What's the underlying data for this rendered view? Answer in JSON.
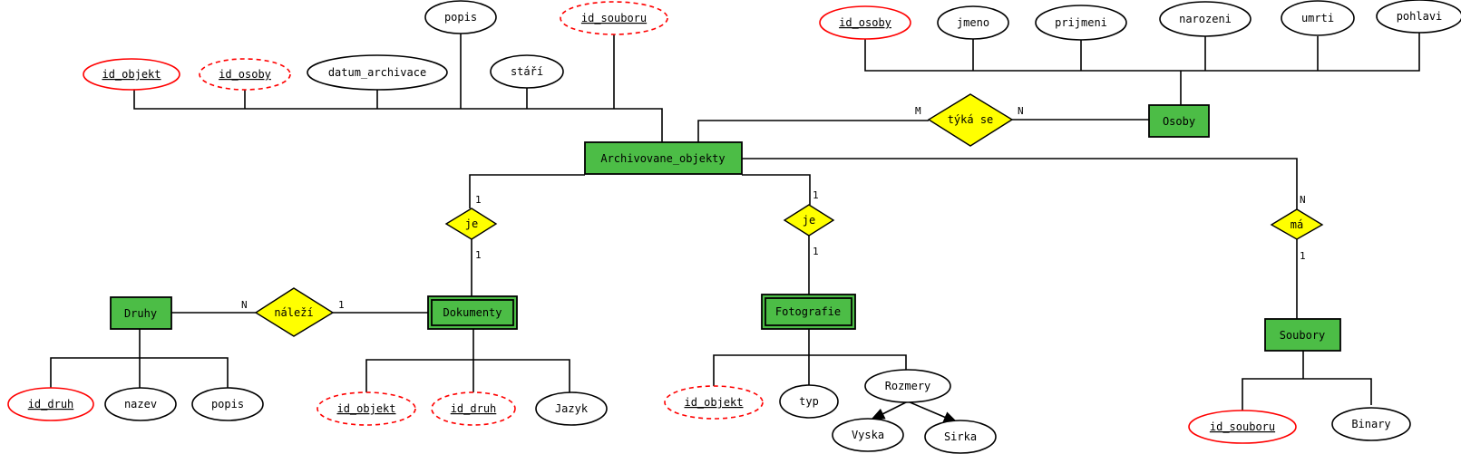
{
  "diagram": {
    "entities": {
      "archivovane_objekty": "Archivovane_objekty",
      "osoby": "Osoby",
      "druhy": "Druhy",
      "dokumenty": "Dokumenty",
      "fotografie": "Fotografie",
      "soubory": "Soubory"
    },
    "relationships": {
      "tyka_se": "týká se",
      "je_dokumenty": "je",
      "je_fotografie": "je",
      "ma": "má",
      "nalezi": "náleží"
    },
    "cardinalities": {
      "tyka_se_left": "M",
      "tyka_se_right": "N",
      "je_dok_top": "1",
      "je_dok_bottom": "1",
      "je_foto_top": "1",
      "je_foto_bottom": "1",
      "ma_top": "N",
      "ma_bottom": "1",
      "nalezi_left": "N",
      "nalezi_right": "1"
    },
    "attributes": {
      "ao_id_objekt": "id_objekt",
      "ao_id_osoby": "id_osoby",
      "ao_datum_archivace": "datum_archivace",
      "ao_popis": "popis",
      "ao_stari": "stáří",
      "ao_id_souboru": "id_souboru",
      "os_id_osoby": "id_osoby",
      "os_jmeno": "jmeno",
      "os_prijmeni": "prijmeni",
      "os_narozeni": "narozeni",
      "os_umrti": "umrti",
      "os_pohlavi": "pohlavi",
      "dr_id_druh": "id_druh",
      "dr_nazev": "nazev",
      "dr_popis": "popis",
      "dok_id_objekt": "id_objekt",
      "dok_id_druh": "id_druh",
      "dok_jazyk": "Jazyk",
      "foto_id_objekt": "id_objekt",
      "foto_typ": "typ",
      "foto_rozmery": "Rozmery",
      "foto_vyska": "Vyska",
      "foto_sirka": "Sirka",
      "so_id_souboru": "id_souboru",
      "so_binary": "Binary"
    }
  },
  "colors": {
    "entity_fill": "#4cbd46",
    "relationship_fill": "#ffff00",
    "key_outline": "#ff0000"
  }
}
